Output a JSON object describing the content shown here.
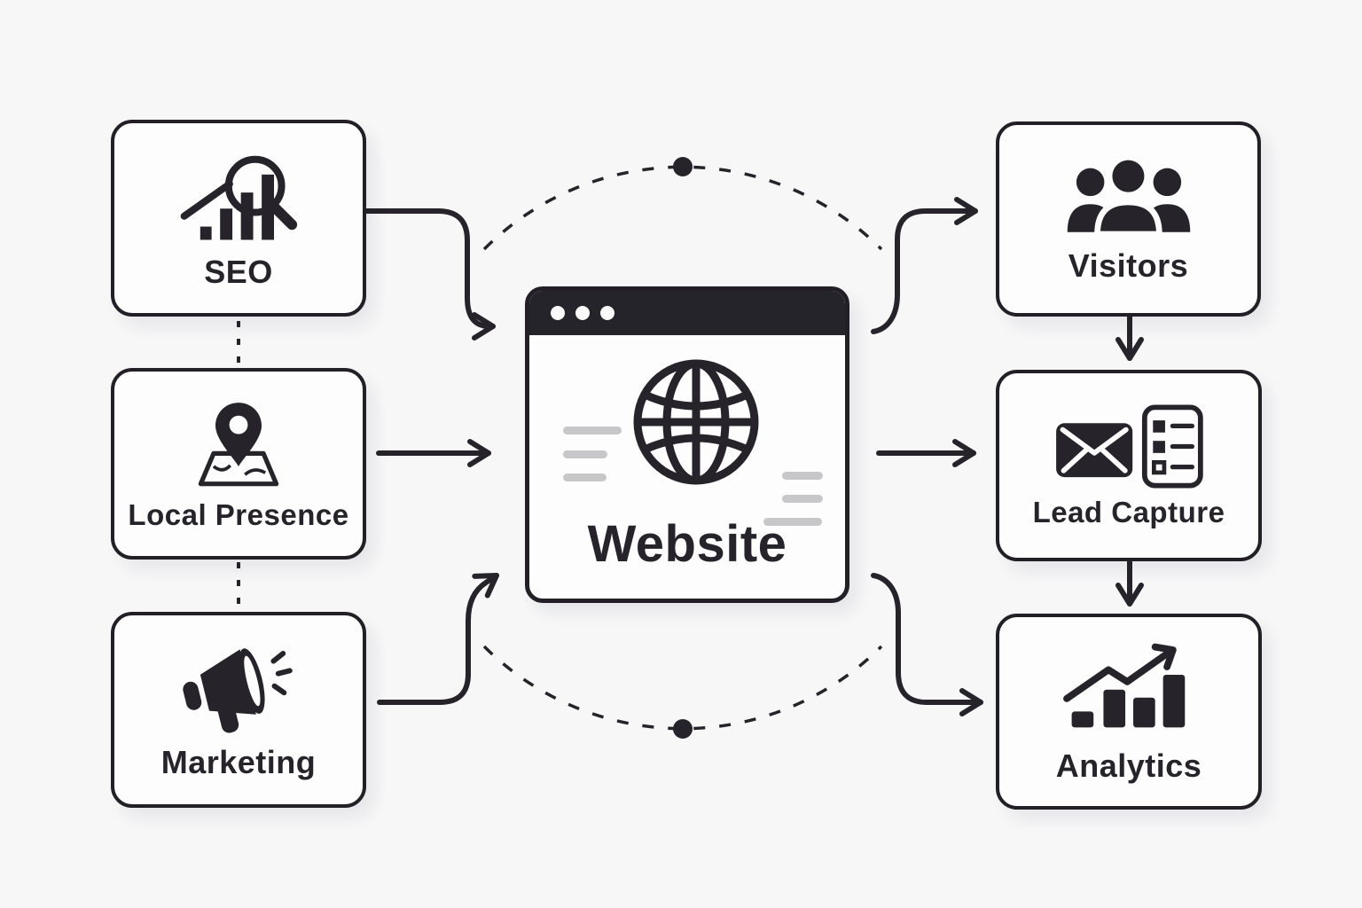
{
  "diagram": {
    "type": "website-funnel-flowchart",
    "colors": {
      "background": "#f7f7f8",
      "ink": "#26232b",
      "panel": "#fdfdfd",
      "titlebar": "#26242b",
      "muted_line": "#c7c6c9"
    },
    "nodes": {
      "seo": {
        "label": "SEO",
        "icon": "seo-magnifier-chart-icon"
      },
      "local_presence": {
        "label": "Local Presence",
        "icon": "map-pin-icon"
      },
      "marketing": {
        "label": "Marketing",
        "icon": "megaphone-icon"
      },
      "website": {
        "label": "Website",
        "icon": "globe-icon",
        "window_dots": 3
      },
      "visitors": {
        "label": "Visitors",
        "icon": "people-group-icon"
      },
      "lead_capture": {
        "label": "Lead Capture",
        "icon": "envelope-checklist-icon"
      },
      "analytics": {
        "label": "Analytics",
        "icon": "bar-chart-trend-icon"
      }
    },
    "edges": [
      {
        "from": "SEO",
        "to": "Website",
        "style": "solid-arrow"
      },
      {
        "from": "Local Presence",
        "to": "Website",
        "style": "solid-arrow"
      },
      {
        "from": "Marketing",
        "to": "Website",
        "style": "solid-arrow"
      },
      {
        "from": "Website",
        "to": "Visitors",
        "style": "solid-arrow"
      },
      {
        "from": "Website",
        "to": "Lead Capture",
        "style": "solid-arrow"
      },
      {
        "from": "Website",
        "to": "Analytics",
        "style": "solid-arrow"
      },
      {
        "from": "Visitors",
        "to": "Lead Capture",
        "style": "solid-arrow"
      },
      {
        "from": "Lead Capture",
        "to": "Analytics",
        "style": "solid-arrow"
      },
      {
        "from": "SEO",
        "to": "Local Presence",
        "style": "dashed-link"
      },
      {
        "from": "Local Presence",
        "to": "Marketing",
        "style": "dashed-link"
      }
    ],
    "decorations": {
      "dashed_orbit": "dashed circle arcs around Website",
      "orbit_dots": 2
    }
  }
}
